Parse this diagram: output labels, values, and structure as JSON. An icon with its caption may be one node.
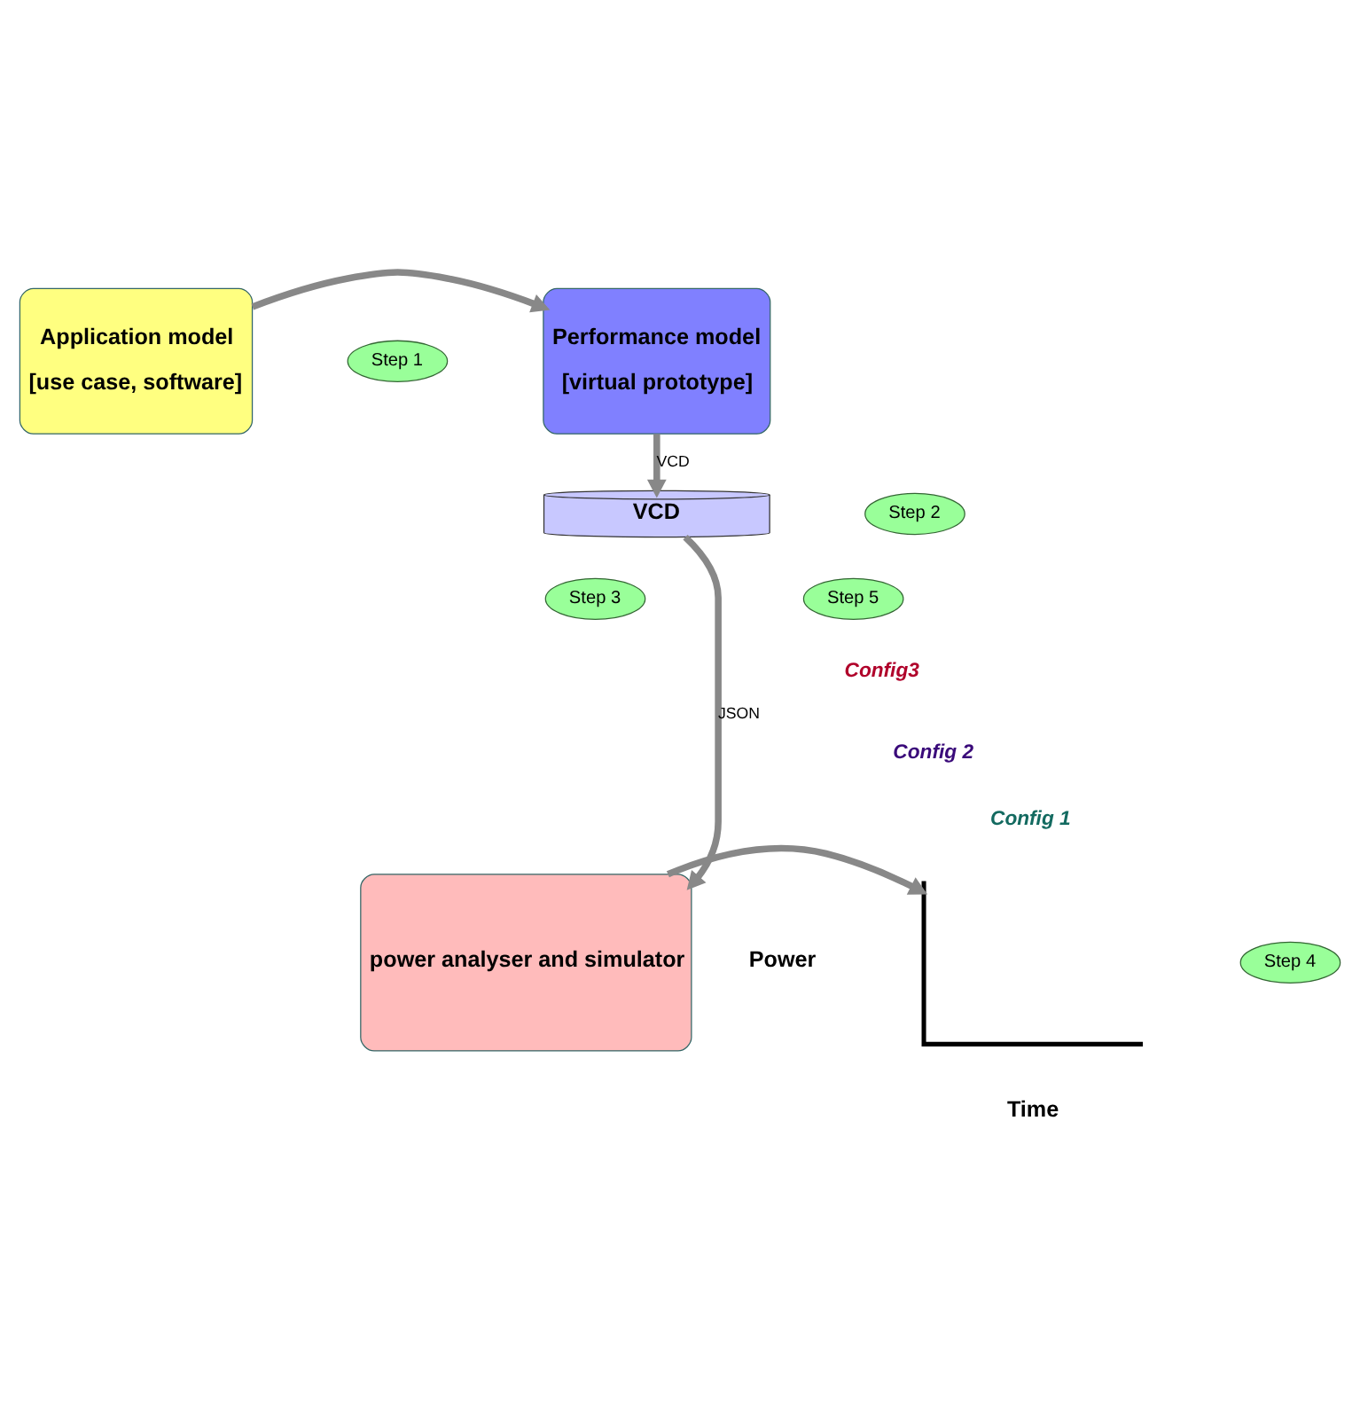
{
  "diagram": {
    "nodes": [
      {
        "text": [
          "Application model",
          "[use case, software]"
        ]
      },
      {
        "text": [
          "Step 1"
        ]
      },
      {
        "text": [
          "Performance model",
          "[virtual prototype]"
        ]
      },
      {
        "text": [
          "Step 2"
        ]
      },
      {
        "text": [
          "VCD"
        ]
      },
      {
        "text": [
          "Step 3"
        ]
      },
      {
        "text": [
          "Step 5"
        ]
      },
      {
        "text": [
          "Step 4"
        ]
      },
      {
        "text": [],
        "shape": "picture"
      },
      {
        "text": [
          "power analyser and simulator"
        ]
      }
    ],
    "edges": [
      {
        "from": 0,
        "to": 2,
        "arrow": "to"
      },
      {
        "from": 2,
        "to": 4,
        "arrow": "to",
        "label": "VCD"
      },
      {
        "from": 4,
        "to": 9,
        "arrow": "to",
        "label": "JSON"
      },
      {
        "from": 9,
        "to": 8,
        "arrow": "to"
      }
    ],
    "labels": [
      "Power",
      "Time"
    ],
    "legend": [
      {
        "text": "Config3",
        "color": "#b0002a"
      },
      {
        "text": "Config 2",
        "color": "#3a0a7a"
      },
      {
        "text": "Config 1",
        "color": "#136a60"
      }
    ]
  }
}
